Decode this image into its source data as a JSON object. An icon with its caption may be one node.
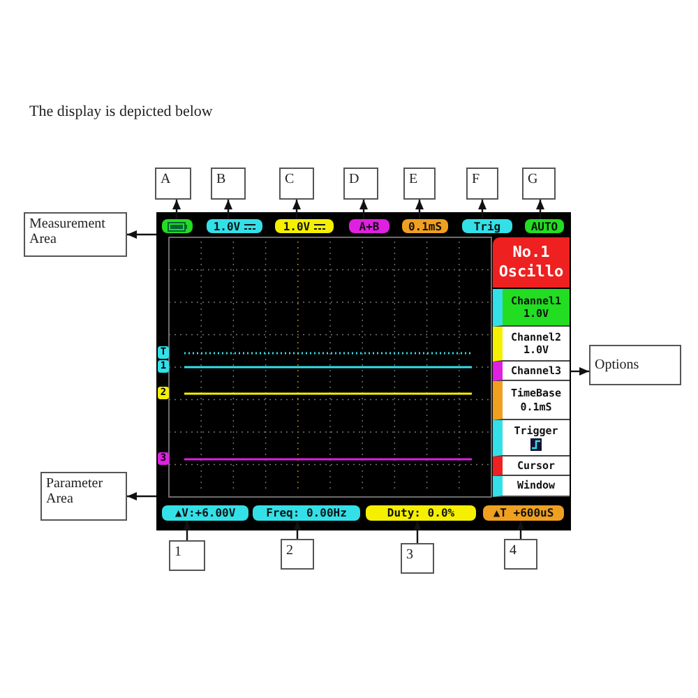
{
  "diagram": {
    "title": "The display is depicted below",
    "nodes": [
      {
        "text": [],
        "shape": "box"
      },
      {
        "text": [],
        "shape": "box",
        "in": 0
      },
      {
        "text": [
          "1.0V"
        ],
        "in": 0
      },
      {
        "text": [
          "1.0V"
        ],
        "in": 0
      },
      {
        "text": [
          "A+B"
        ],
        "in": 0
      },
      {
        "text": [
          "0.1mS"
        ],
        "in": 0
      },
      {
        "text": [
          "Trig"
        ],
        "in": 0
      },
      {
        "text": [
          "AUTO"
        ],
        "in": 0
      },
      {
        "text": [
          "No.1 Oscillo"
        ],
        "in": 0
      },
      {
        "text": [
          "Channel1 1.0V"
        ],
        "in": 0
      },
      {
        "text": [
          "Channel2 1.0V"
        ],
        "in": 0
      },
      {
        "text": [
          "Channel3"
        ],
        "in": 0
      },
      {
        "text": [
          "TimeBase 0.1mS"
        ],
        "in": 0
      },
      {
        "text": [
          "Trigger"
        ],
        "in": 0
      },
      {
        "text": [
          "Cursor"
        ],
        "in": 0
      },
      {
        "text": [
          "Window"
        ],
        "in": 0
      },
      {
        "text": [
          "▲V:+6.00V"
        ],
        "in": 0
      },
      {
        "text": [
          "Freq: 0.00Hz"
        ],
        "in": 0
      },
      {
        "text": [
          "Duty: 0.0%"
        ],
        "in": 0
      },
      {
        "text": [
          "▲T +600uS"
        ],
        "in": 0
      },
      {
        "text": [
          "A"
        ]
      },
      {
        "text": [
          "B"
        ]
      },
      {
        "text": [
          "C"
        ]
      },
      {
        "text": [
          "D"
        ]
      },
      {
        "text": [
          "E"
        ]
      },
      {
        "text": [
          "F"
        ]
      },
      {
        "text": [
          "G"
        ]
      },
      {
        "text": [
          "Measurement Area"
        ]
      },
      {
        "text": [
          "Options"
        ]
      },
      {
        "text": [
          "Parameter Area"
        ]
      },
      {
        "text": [
          "1"
        ]
      },
      {
        "text": [
          "2"
        ]
      },
      {
        "text": [
          "3"
        ]
      },
      {
        "text": [
          "4"
        ]
      }
    ],
    "edges": [
      {
        "from": 1,
        "to": 20,
        "arrow": "to"
      },
      {
        "from": 2,
        "to": 21,
        "arrow": "to"
      },
      {
        "from": 3,
        "to": 22,
        "arrow": "to"
      },
      {
        "from": 4,
        "to": 23,
        "arrow": "to"
      },
      {
        "from": 5,
        "to": 24,
        "arrow": "to"
      },
      {
        "from": 6,
        "to": 25,
        "arrow": "to"
      },
      {
        "from": 7,
        "to": 26,
        "arrow": "to"
      },
      {
        "from": 0,
        "to": 27,
        "arrow": "to"
      },
      {
        "from": 11,
        "to": 28,
        "arrow": "to"
      },
      {
        "from": 0,
        "to": 29,
        "arrow": "to"
      },
      {
        "from": 30,
        "to": 16,
        "arrow": "to"
      },
      {
        "from": 31,
        "to": 17,
        "arrow": "to"
      },
      {
        "from": 32,
        "to": 18,
        "arrow": "to"
      },
      {
        "from": 33,
        "to": 19,
        "arrow": "to"
      }
    ],
    "labels": [
      "T",
      "1",
      "2",
      "3"
    ]
  }
}
